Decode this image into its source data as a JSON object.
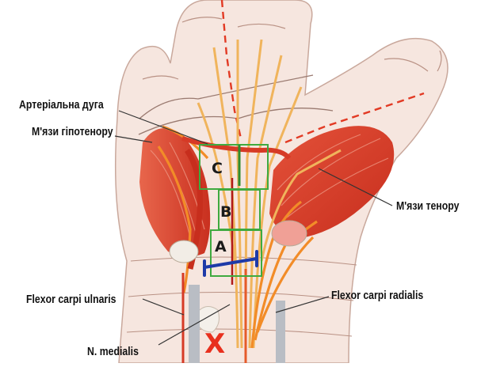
{
  "labels": {
    "arterial_arch": "Артеріальна дуга",
    "hypothenar": "М'язи гіпотенору",
    "thenar": "М'язи тенору",
    "fcu": "Flexor carpi ulnaris",
    "fcr": "Flexor carpi radialis",
    "median_nerve": "N. medialis"
  },
  "zones": {
    "a": "A",
    "b": "B",
    "c": "C"
  },
  "mark": "X",
  "colors": {
    "skin": "#f6e6df",
    "skin_outline": "#c9a89c",
    "muscle": "#d63a26",
    "muscle_light": "#ec7a62",
    "tendon": "#f0b45c",
    "nerve": "#f28c28",
    "zone_box": "#3faa3f",
    "blue_bar": "#1e3aa8",
    "incision": "#c0181c",
    "dashed": "#e23a24"
  }
}
